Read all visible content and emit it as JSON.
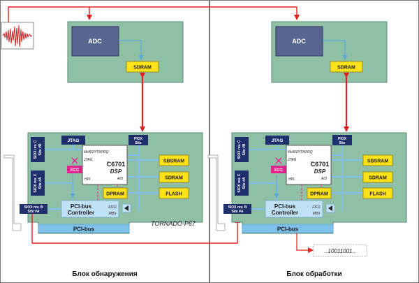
{
  "colors": {
    "board": "#8fbfa5",
    "board_stroke": "#5a8a72",
    "adc_chip": "#59668f",
    "navy_label": "#1e2f6b",
    "yellow": "#ffe21a",
    "light_blue": "#bfe0f5",
    "bus": "#7ec0ea",
    "red": "#e02020",
    "ecc": "#e0248c"
  },
  "left": {
    "adc_label": "ADC",
    "sdram_top": "SDRAM",
    "jtag_label": "JTAG",
    "piox_line1": "PIOX",
    "piox_line2": "Site",
    "siox_c_b_line1": "SIOX rev. C",
    "siox_c_b_line2": "Site #B",
    "siox_c_a_line1": "SIOX rev. C",
    "siox_c_a_line2": "Site #A",
    "siox_b_line1": "SIOX rev. B",
    "siox_b_line2": "Site #A",
    "dsp_line1": "McBSP/TM/IRQ",
    "dsp_line2": "JTAG",
    "dsp_chip": "C6701",
    "dsp_sub": "DSP",
    "dsp_ad": "A/D",
    "dsp_hpi": "HPI",
    "ecc": "ECC",
    "sbsram": "SBSRAM",
    "sdram": "SDRAM",
    "flash": "FLASH",
    "dpram": "DPRAM",
    "pci_ctrl_line1": "PCI-bus",
    "pci_ctrl_line2": "Controller",
    "fifo": "FIFO",
    "mbx": "MBX",
    "pci_bus": "PCI-bus",
    "board_name": "TORNADO-P67",
    "caption": "Блок обнаружения"
  },
  "right": {
    "adc_label": "ADC",
    "sdram_top": "SDRAM",
    "jtag_label": "JTAG",
    "piox_line1": "PIOX",
    "piox_line2": "Site",
    "siox_c_b_line1": "SIOX rev. C",
    "siox_c_b_line2": "Site #B",
    "siox_c_a_line1": "SIOX rev. C",
    "siox_c_a_line2": "Site #A",
    "siox_b_line1": "SIOX rev. B",
    "siox_b_line2": "Site #A",
    "dsp_line1": "McBSP/TM/IRQ",
    "dsp_line2": "JTAG",
    "dsp_chip": "C6701",
    "dsp_sub": "DSP",
    "dsp_ad": "A/D",
    "dsp_hpi": "HPI",
    "ecc": "ECC",
    "sbsram": "SBSRAM",
    "sdram": "SDRAM",
    "flash": "FLASH",
    "dpram": "DPRAM",
    "pci_ctrl_line1": "PCI-bus",
    "pci_ctrl_line2": "Controller",
    "fifo": "FIFO",
    "mbx": "MBX",
    "pci_bus": "PCI-bus",
    "bitstream": "..10011001..",
    "caption": "Блок обработки"
  }
}
